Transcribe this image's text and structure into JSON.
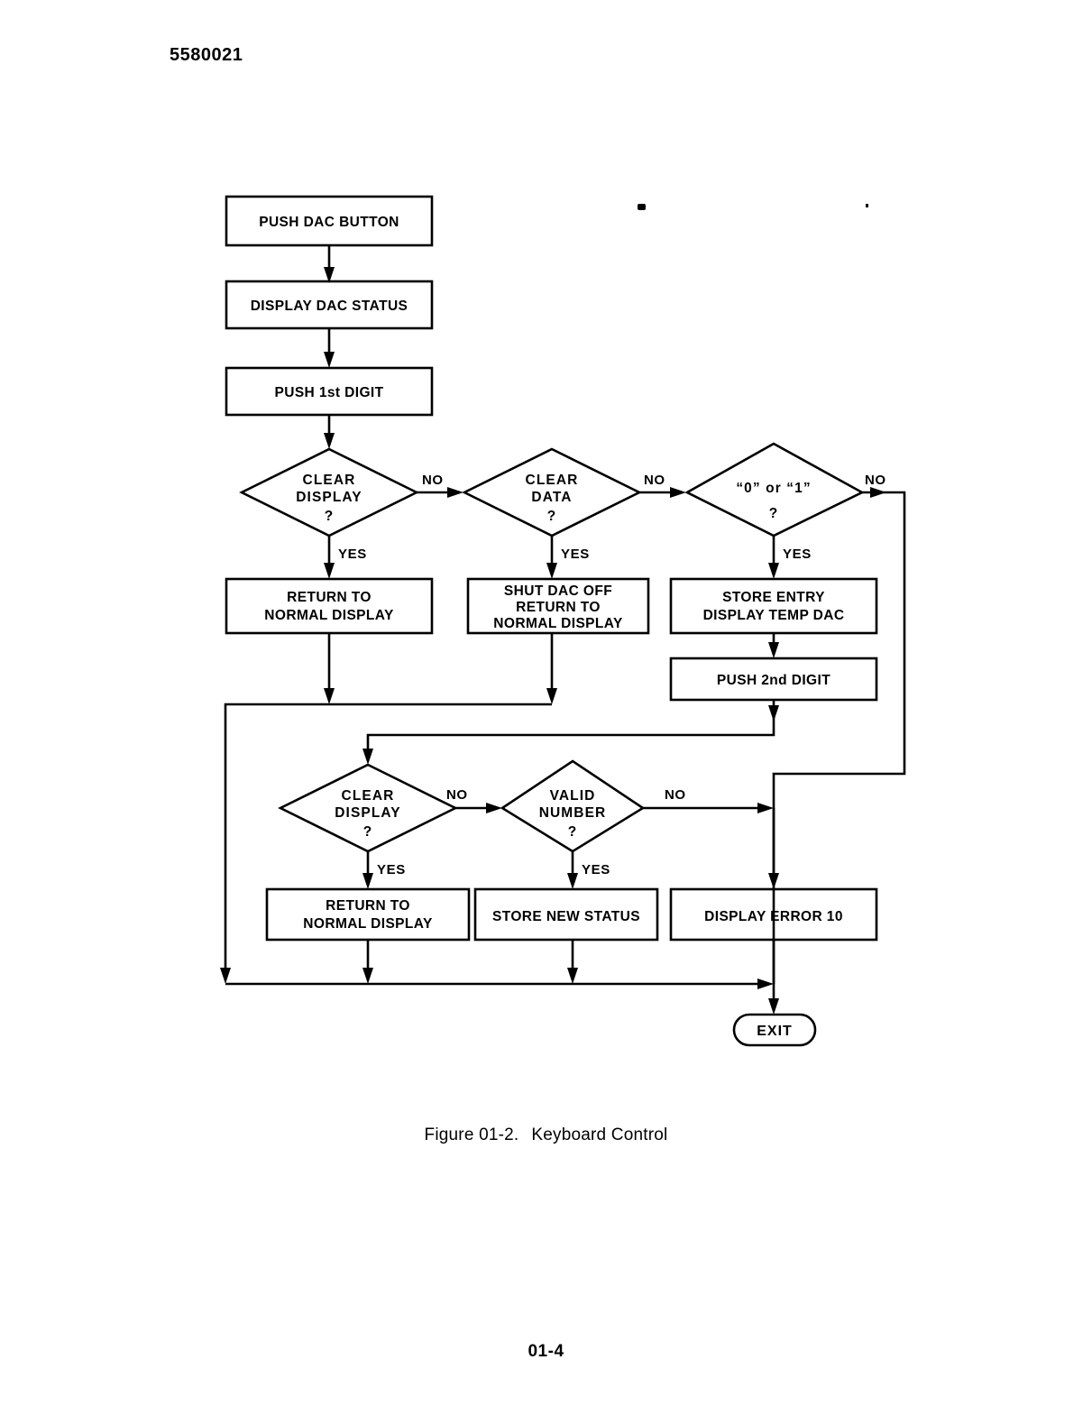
{
  "document": {
    "doc_number": "5580021",
    "page_number": "01-4"
  },
  "caption": {
    "figure_number": "Figure 01-2.",
    "figure_title": "Keyboard Control"
  },
  "chart_data": {
    "type": "diagram",
    "title": "Keyboard Control",
    "nodes": [
      {
        "id": "n1",
        "shape": "process",
        "lines": [
          "PUSH DAC BUTTON"
        ]
      },
      {
        "id": "n2",
        "shape": "process",
        "lines": [
          "DISPLAY  DAC  STATUS"
        ]
      },
      {
        "id": "n3",
        "shape": "process",
        "lines": [
          "PUSH 1st DIGIT"
        ]
      },
      {
        "id": "d1",
        "shape": "decision",
        "lines": [
          "CLEAR",
          "DISPLAY",
          "?"
        ]
      },
      {
        "id": "d2",
        "shape": "decision",
        "lines": [
          "CLEAR",
          "DATA",
          "?"
        ]
      },
      {
        "id": "d3",
        "shape": "decision",
        "lines": [
          "“0” or “1”",
          "?"
        ]
      },
      {
        "id": "n4",
        "shape": "process",
        "lines": [
          "RETURN TO",
          "NORMAL DISPLAY"
        ]
      },
      {
        "id": "n5",
        "shape": "process",
        "lines": [
          "SHUT DAC OFF",
          "RETURN TO",
          "NORMAL DISPLAY"
        ]
      },
      {
        "id": "n6",
        "shape": "process",
        "lines": [
          "STORE ENTRY",
          "DISPLAY TEMP DAC"
        ]
      },
      {
        "id": "n7",
        "shape": "process",
        "lines": [
          "PUSH 2nd DIGIT"
        ]
      },
      {
        "id": "d4",
        "shape": "decision",
        "lines": [
          "CLEAR",
          "DISPLAY",
          "?"
        ]
      },
      {
        "id": "d5",
        "shape": "decision",
        "lines": [
          "VALID",
          "NUMBER",
          "?"
        ]
      },
      {
        "id": "n8",
        "shape": "process",
        "lines": [
          "RETURN TO",
          "NORMAL DISPLAY"
        ]
      },
      {
        "id": "n9",
        "shape": "process",
        "lines": [
          "STORE NEW STATUS"
        ]
      },
      {
        "id": "n10",
        "shape": "process",
        "lines": [
          "DISPLAY ERROR 10"
        ]
      },
      {
        "id": "exit",
        "shape": "terminal",
        "lines": [
          "EXIT"
        ]
      }
    ],
    "edges": [
      {
        "from": "n1",
        "to": "n2",
        "label": ""
      },
      {
        "from": "n2",
        "to": "n3",
        "label": ""
      },
      {
        "from": "n3",
        "to": "d1",
        "label": ""
      },
      {
        "from": "d1",
        "to": "d2",
        "label": "NO"
      },
      {
        "from": "d1",
        "to": "n4",
        "label": "YES"
      },
      {
        "from": "d2",
        "to": "d3",
        "label": "NO"
      },
      {
        "from": "d2",
        "to": "n5",
        "label": "YES"
      },
      {
        "from": "d3",
        "to": "exit",
        "label": "NO"
      },
      {
        "from": "d3",
        "to": "n6",
        "label": "YES"
      },
      {
        "from": "n6",
        "to": "n7",
        "label": ""
      },
      {
        "from": "n7",
        "to": "d4",
        "label": ""
      },
      {
        "from": "n4",
        "to": "exit",
        "label": ""
      },
      {
        "from": "n5",
        "to": "d4",
        "label": ""
      },
      {
        "from": "d4",
        "to": "d5",
        "label": "NO"
      },
      {
        "from": "d4",
        "to": "n8",
        "label": "YES"
      },
      {
        "from": "d5",
        "to": "n10",
        "label": "NO"
      },
      {
        "from": "d5",
        "to": "n9",
        "label": "YES"
      },
      {
        "from": "n8",
        "to": "exit",
        "label": ""
      },
      {
        "from": "n9",
        "to": "exit",
        "label": ""
      },
      {
        "from": "n10",
        "to": "exit",
        "label": ""
      }
    ],
    "edge_labels": {
      "no_1": "NO",
      "no_2": "NO",
      "no_3": "NO",
      "no_4": "NO",
      "no_5": "NO",
      "yes_1": "YES",
      "yes_2": "YES",
      "yes_3": "YES",
      "yes_4": "YES",
      "yes_5": "YES"
    }
  },
  "colors": {
    "ink": "#000000",
    "paper": "#ffffff"
  }
}
